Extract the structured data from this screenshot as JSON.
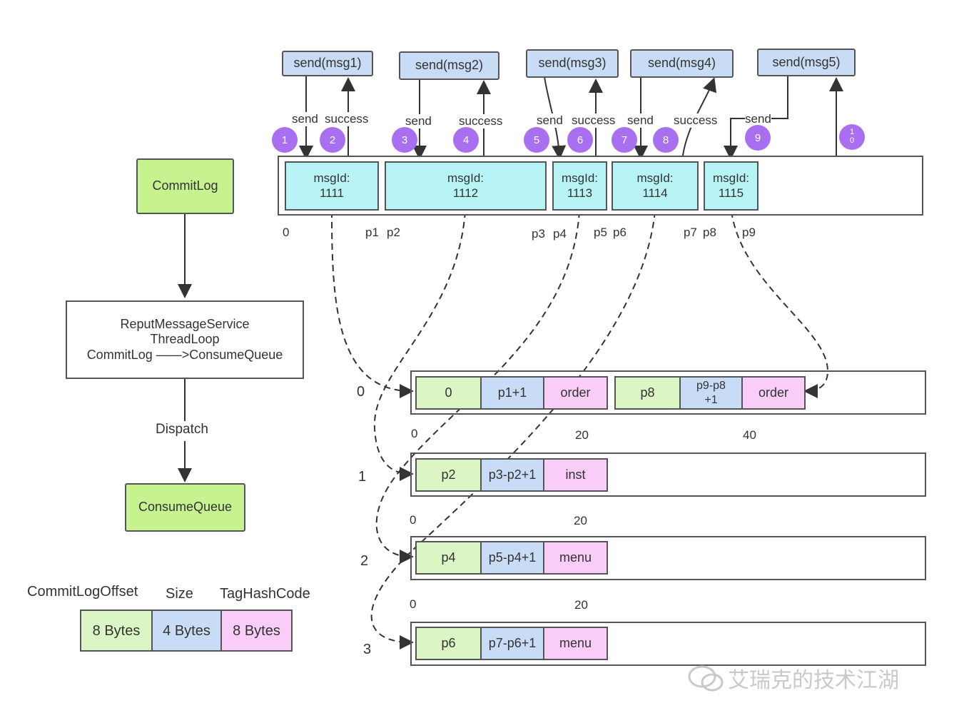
{
  "left_flow": {
    "commitlog": "CommitLog",
    "reput_line1": "ReputMessageService",
    "reput_line2": "ThreadLoop",
    "reput_line3": "CommitLog ——>ConsumeQueue",
    "dispatch": "Dispatch",
    "consumequeue": "ConsumeQueue"
  },
  "legend": {
    "headers": [
      "CommitLogOffset",
      "Size",
      "TagHashCode"
    ],
    "cells": [
      "8 Bytes",
      "4 Bytes",
      "8 Bytes"
    ]
  },
  "send_boxes": [
    "send(msg1)",
    "send(msg2)",
    "send(msg3)",
    "send(msg4)",
    "send(msg5)"
  ],
  "arrow_labels": {
    "send": "send",
    "success": "success"
  },
  "badges": [
    "1",
    "2",
    "3",
    "4",
    "5",
    "6",
    "7",
    "8",
    "9",
    "1\n0"
  ],
  "msg_cells": [
    {
      "line1": "msgId:",
      "line2": "1111"
    },
    {
      "line1": "msgId:",
      "line2": "1112"
    },
    {
      "line1": "msgId:",
      "line2": "1113"
    },
    {
      "line1": "msgId:",
      "line2": "1114"
    },
    {
      "line1": "msgId:",
      "line2": "1115"
    }
  ],
  "offset_labels": [
    "0",
    "p1",
    "p2",
    "p3",
    "p4",
    "p5",
    "p6",
    "p7",
    "p8",
    "p9"
  ],
  "queues": [
    {
      "index": "0",
      "entries": [
        {
          "offset": "0",
          "size": "p1+1",
          "tag": "order"
        },
        {
          "offset": "p8",
          "size": "p9-p8\n+1",
          "tag": "order"
        }
      ],
      "scale": [
        "0",
        "20",
        "40"
      ]
    },
    {
      "index": "1",
      "entries": [
        {
          "offset": "p2",
          "size": "p3-p2+1",
          "tag": "inst"
        }
      ],
      "scale": [
        "0",
        "20"
      ]
    },
    {
      "index": "2",
      "entries": [
        {
          "offset": "p4",
          "size": "p5-p4+1",
          "tag": "menu"
        }
      ],
      "scale": [
        "0",
        "20"
      ]
    },
    {
      "index": "3",
      "entries": [
        {
          "offset": "p6",
          "size": "p7-p6+1",
          "tag": "menu"
        }
      ]
    }
  ],
  "watermark": "艾瑞克的技术江湖",
  "colors": {
    "offset_green": "#dcf5c4",
    "size_blue": "#c9dcf6",
    "tag_pink": "#f9cdf7",
    "msg_cyan": "#b8f3f5",
    "badge_purple": "#a86ff0"
  }
}
